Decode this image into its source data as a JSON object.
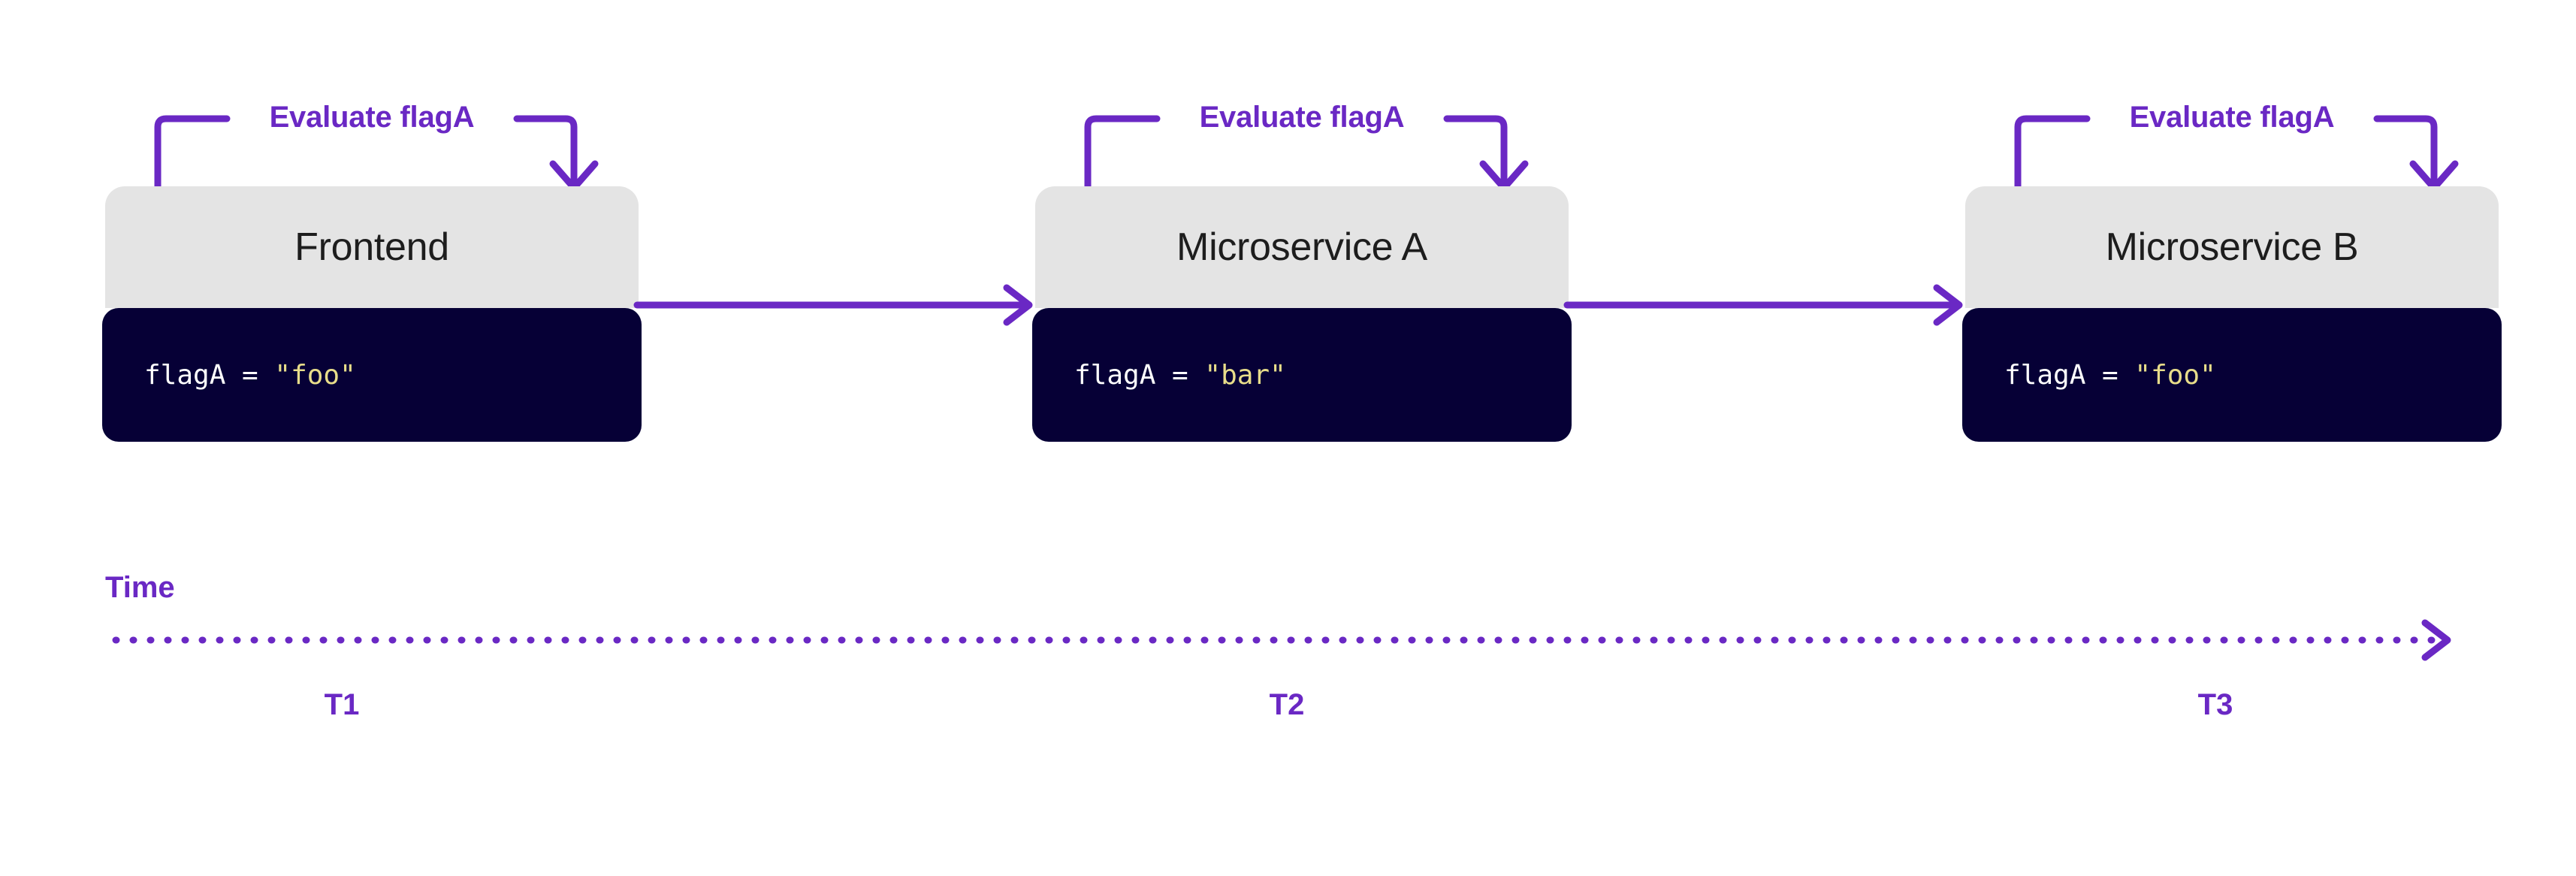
{
  "diagram": {
    "title_colors": {
      "accent_purple": "#6a28c4",
      "node_header_gray": "#e4e4e4",
      "code_block_navy": "#060036",
      "code_string_yellow": "#e8dd8a",
      "code_text_white": "#ffffff",
      "background": "#ffffff"
    },
    "nodes": [
      {
        "id": "frontend",
        "title": "Frontend",
        "loop_label": "Evaluate flagA",
        "code": {
          "lhs": "flagA = ",
          "value": "\"foo\""
        },
        "tick": "T1"
      },
      {
        "id": "microservice-a",
        "title": "Microservice A",
        "loop_label": "Evaluate flagA",
        "code": {
          "lhs": "flagA = ",
          "value": "\"bar\""
        },
        "tick": "T2"
      },
      {
        "id": "microservice-b",
        "title": "Microservice B",
        "loop_label": "Evaluate flagA",
        "code": {
          "lhs": "flagA = ",
          "value": "\"foo\""
        },
        "tick": "T3"
      }
    ],
    "timeline": {
      "label": "Time",
      "ticks": [
        "T1",
        "T2",
        "T3"
      ],
      "axis_style": "dotted-arrow-right"
    },
    "icons": {
      "loop_arrow": "loop-arrow-down-icon",
      "flow_arrow": "arrow-right-icon",
      "timeline_arrow": "arrow-right-icon"
    }
  }
}
